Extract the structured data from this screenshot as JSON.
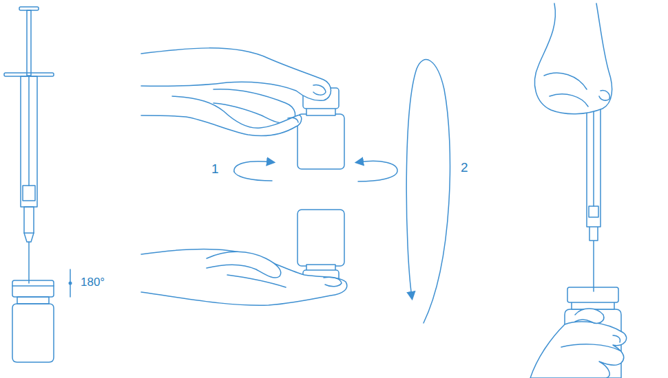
{
  "diagram": {
    "labels": [
      "180°",
      "1",
      "2"
    ]
  }
}
